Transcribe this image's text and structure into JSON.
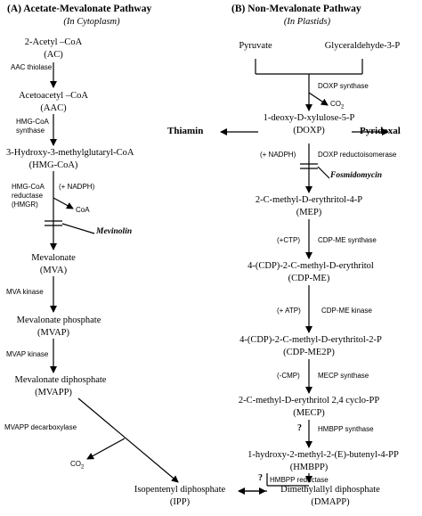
{
  "left": {
    "title": "(A) Acetate-Mevalonate Pathway",
    "subtitle": "(In Cytoplasm)",
    "acetyl_coa": "2-Acetyl –CoA",
    "acetyl_coa_abbr": "(AC)",
    "aac_thiolase": "AAC thiolase",
    "acetoacetyl_coa": "Acetoacetyl –CoA",
    "acetoacetyl_coa_abbr": "(AAC)",
    "hmg_synthase_1": "HMG-CoA",
    "hmg_synthase_2": "synthase",
    "hmg_coa": "3-Hydroxy-3-methylglutaryl-CoA",
    "hmg_coa_abbr": "(HMG-CoA)",
    "hmgr_1": "HMG-CoA",
    "hmgr_2": "reductase",
    "hmgr_3": "(HMGR)",
    "nadph": "(+ NADPH)",
    "coa": "CoA",
    "mevinolin": "Mevinolin",
    "mva": "Mevalonate",
    "mva_abbr": "(MVA)",
    "mva_kinase": "MVA kinase",
    "mvap": "Mevalonate phosphate",
    "mvap_abbr": "(MVAP)",
    "mvap_kinase": "MVAP kinase",
    "mvapp": "Mevalonate diphosphate",
    "mvapp_abbr": "(MVAPP)",
    "mvapp_decarboxylase": "MVAPP decarboxylase",
    "co2": "CO",
    "co2_sub": "2"
  },
  "right": {
    "title": "(B) Non-Mevalonate Pathway",
    "subtitle": "(In Plastids)",
    "pyruvate": "Pyruvate",
    "glyceraldehyde": "Glyceraldehyde-3-P",
    "doxp_synthase": "DOXP synthase",
    "co2": "CO",
    "co2_sub": "2",
    "doxp": "1-deoxy-D-xylulose-5-P",
    "doxp_abbr": "(DOXP)",
    "thiamin": "Thiamin",
    "pyridoxal": "Pyridoxal",
    "nadph": "(+ NADPH)",
    "doxp_reductoisomerase": "DOXP reductoisomerase",
    "fosmidomycin": "Fosmidomycin",
    "mep": "2-C-methyl-D-erythritol-4-P",
    "mep_abbr": "(MEP)",
    "ctp": "(+CTP)",
    "cdp_me_synthase": "CDP-ME synthase",
    "cdp_me": "4-(CDP)-2-C-methyl-D-erythritol",
    "cdp_me_abbr": "(CDP-ME)",
    "atp": "(+ ATP)",
    "cdp_me_kinase": "CDP-ME kinase",
    "cdp_me2p": "4-(CDP)-2-C-methyl-D-erythritol-2-P",
    "cdp_me2p_abbr": "(CDP-ME2P)",
    "cmp": "(-CMP)",
    "mecp_synthase": "MECP synthase",
    "mecp": "2-C-methyl-D-erythritol 2,4 cyclo-PP",
    "mecp_abbr": "(MECP)",
    "q1": "?",
    "hmbpp_synthase": "HMBPP synthase",
    "hmbpp": "1-hydroxy-2-methyl-2-(E)-butenyl-4-PP",
    "hmbpp_abbr": "(HMBPP)",
    "q2": "?",
    "hmbpp_reductase": "HMBPP reductase"
  },
  "bottom": {
    "ipp": "Isopentenyl diphosphate",
    "ipp_abbr": "(IPP)",
    "dmapp": "Dimethylallyl diphosphate",
    "dmapp_abbr": "(DMAPP)"
  }
}
